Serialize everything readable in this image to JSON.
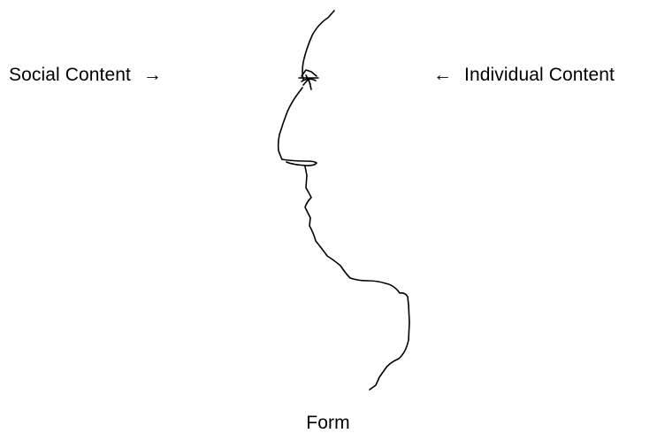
{
  "diagram": {
    "left_label": "Social Content",
    "left_arrow": "→",
    "right_label": "Individual Content",
    "right_arrow": "←",
    "bottom_label": "Form",
    "figure_icon": "face-profile-line-drawing",
    "ink_color": "#000000",
    "background_color": "#ffffff"
  }
}
